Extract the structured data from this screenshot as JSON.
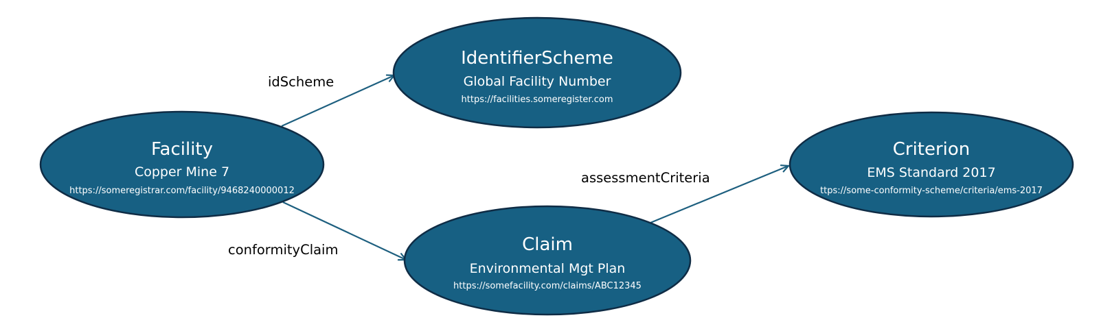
{
  "colors": {
    "node_fill": "#176083",
    "node_stroke": "#0f2c45",
    "edge": "#1d5f7f",
    "node_text": "#ffffff",
    "edge_label_text": "#000000"
  },
  "nodes": {
    "facility": {
      "title": "Facility",
      "subtitle": "Copper Mine 7",
      "url": "https://someregistrar.com/facility/9468240000012"
    },
    "identifier_scheme": {
      "title": "IdentifierScheme",
      "subtitle": "Global Facility Number",
      "url": "https://facilities.someregister.com"
    },
    "claim": {
      "title": "Claim",
      "subtitle": "Environmental Mgt Plan",
      "url": "https://somefacility.com/claims/ABC12345"
    },
    "criterion": {
      "title": "Criterion",
      "subtitle": "EMS Standard 2017",
      "url": "ttps://some-conformity-scheme/criteria/ems-2017"
    }
  },
  "edges": {
    "id_scheme": {
      "label": "idScheme",
      "from": "Facility",
      "to": "IdentifierScheme"
    },
    "conformity_claim": {
      "label": "conformityClaim",
      "from": "Facility",
      "to": "Claim"
    },
    "assessment_criteria": {
      "label": "assessmentCriteria",
      "from": "Claim",
      "to": "Criterion"
    }
  }
}
